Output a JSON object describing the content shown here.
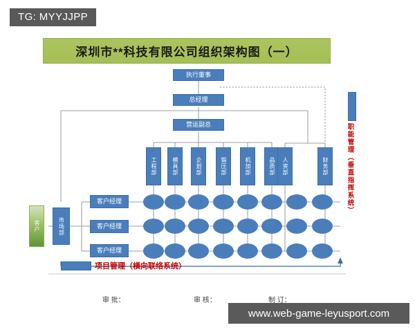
{
  "overlay": {
    "tag": "TG: MYYJJPP",
    "watermark": "www.web-game-leyusport.com"
  },
  "chart": {
    "title": "深圳市**科技有限公司组织架构图（一）",
    "title_bg": "#a8c158",
    "box_color": "#4a7ebb",
    "node_color": "#4a7ebb",
    "accent_red": "#c00000",
    "customer_green": "#7fae4b"
  },
  "hierarchy": {
    "executive_director": "执行董事",
    "general_manager": "总经理",
    "operations_vp": "营运副总"
  },
  "left_branch": {
    "customer": "客户",
    "marketing_dept": "市场部",
    "account_managers": [
      "客户经理",
      "客户经理",
      "客户经理"
    ]
  },
  "departments": [
    "工程部",
    "模具部",
    "企划部",
    "锻压部",
    "机加部",
    "品质部",
    "人资部",
    "财务部"
  ],
  "legends": {
    "vertical_system": "职能管理（垂直指挥系统）",
    "horizontal_system": "项目管理（横向联络系统）"
  },
  "footer": {
    "approve": "审 批：",
    "review": "审 核：",
    "draft": "制 订："
  },
  "chart_data": {
    "type": "diagram",
    "title": "深圳市**科技有限公司组织架构图（一）",
    "levels": [
      {
        "level": 1,
        "nodes": [
          "执行董事"
        ]
      },
      {
        "level": 2,
        "nodes": [
          "总经理"
        ]
      },
      {
        "level": 3,
        "nodes": [
          "营运副总"
        ]
      },
      {
        "level": 4,
        "nodes": [
          "工程部",
          "模具部",
          "企划部",
          "锻压部",
          "机加部",
          "品质部",
          "人资部",
          "财务部"
        ]
      }
    ],
    "side_branch": [
      "客户",
      "市场部",
      "客户经理",
      "客户经理",
      "客户经理"
    ],
    "matrix": {
      "rows": 3,
      "cols": 8,
      "node_shape": "ellipse"
    },
    "annotations": [
      "职能管理（垂直指挥系统）",
      "项目管理（横向联络系统）"
    ]
  }
}
